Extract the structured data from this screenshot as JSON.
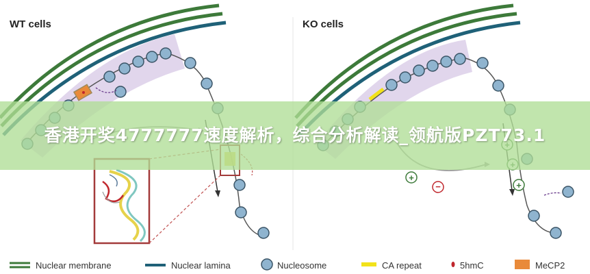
{
  "panels": {
    "wt_title": "WT cells",
    "ko_title": "KO cells"
  },
  "legend": [
    {
      "label": "Nuclear membrane",
      "icon": "membrane-swatch",
      "color": "#3d7a3a"
    },
    {
      "label": "Nuclear lamina",
      "icon": "lamina-swatch",
      "color": "#1f6178"
    },
    {
      "label": "Nucleosome",
      "icon": "nucleosome-swatch",
      "color": "#8fb4cf"
    },
    {
      "label": "CA repeat",
      "icon": "ca-repeat-swatch",
      "color": "#f2e21a"
    },
    {
      "label": "5hmC",
      "icon": "5hmc-dot",
      "color": "#c0272d"
    },
    {
      "label": "MeCP2",
      "icon": "mecp2-swatch",
      "color": "#e98a3a"
    }
  ],
  "banner": {
    "title": "香港开奖4777777速度解析，综合分析解读_领航版PZT73.1"
  },
  "colors": {
    "membrane": "#3d7a3a",
    "lamina": "#1f6178",
    "heterochromatin_zone": "#d9cde8",
    "nucleosome": "#8fb4cf",
    "frame": "#a33a3a",
    "highlight_box": "#a08a5a"
  }
}
